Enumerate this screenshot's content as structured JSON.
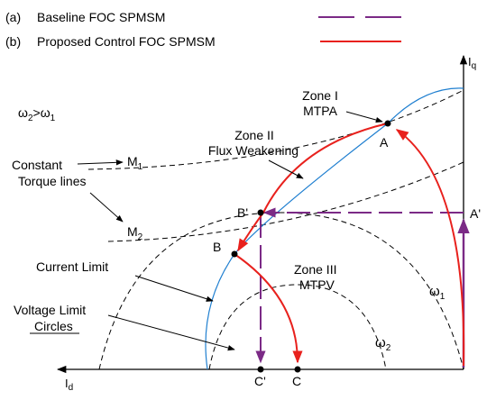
{
  "legend": {
    "baseline_tag": "(a)",
    "baseline_text": "Baseline FOC SPMSM",
    "proposed_tag": "(b)",
    "proposed_text": "Proposed Control FOC SPMSM"
  },
  "axes": {
    "iq_main": "I",
    "iq_sub": "q",
    "id_main": "I",
    "id_sub": "d"
  },
  "speed_relation": {
    "w2": "ω",
    "w2_sub": "2",
    "gt": ">",
    "w1": "ω",
    "w1_sub": "1"
  },
  "torque": {
    "line1": "Constant",
    "line2": "Torque lines",
    "m1": "M",
    "m1_sub": "1",
    "m2": "M",
    "m2_sub": "2"
  },
  "zones": {
    "zone1_line1": "Zone I",
    "zone1_line2": "MTPA",
    "zone2_line1": "Zone II",
    "zone2_line2": "Flux Weakening",
    "zone3_line1": "Zone III",
    "zone3_line2": "MTPV"
  },
  "limits": {
    "current": "Current Limit",
    "voltage_line1": "Voltage Limit",
    "voltage_line2": "Circles"
  },
  "points": {
    "A": "A",
    "A_prime": "A'",
    "B": "B",
    "B_prime": "B'",
    "C": "C",
    "C_prime": "C'"
  },
  "speeds": {
    "w1": "ω",
    "w1_sub": "1",
    "w2": "ω",
    "w2_sub": "2"
  },
  "colors": {
    "baseline": "#7b2a86",
    "proposed": "#e8211d",
    "current_limit": "#1f7fd0",
    "axis": "#000000"
  }
}
